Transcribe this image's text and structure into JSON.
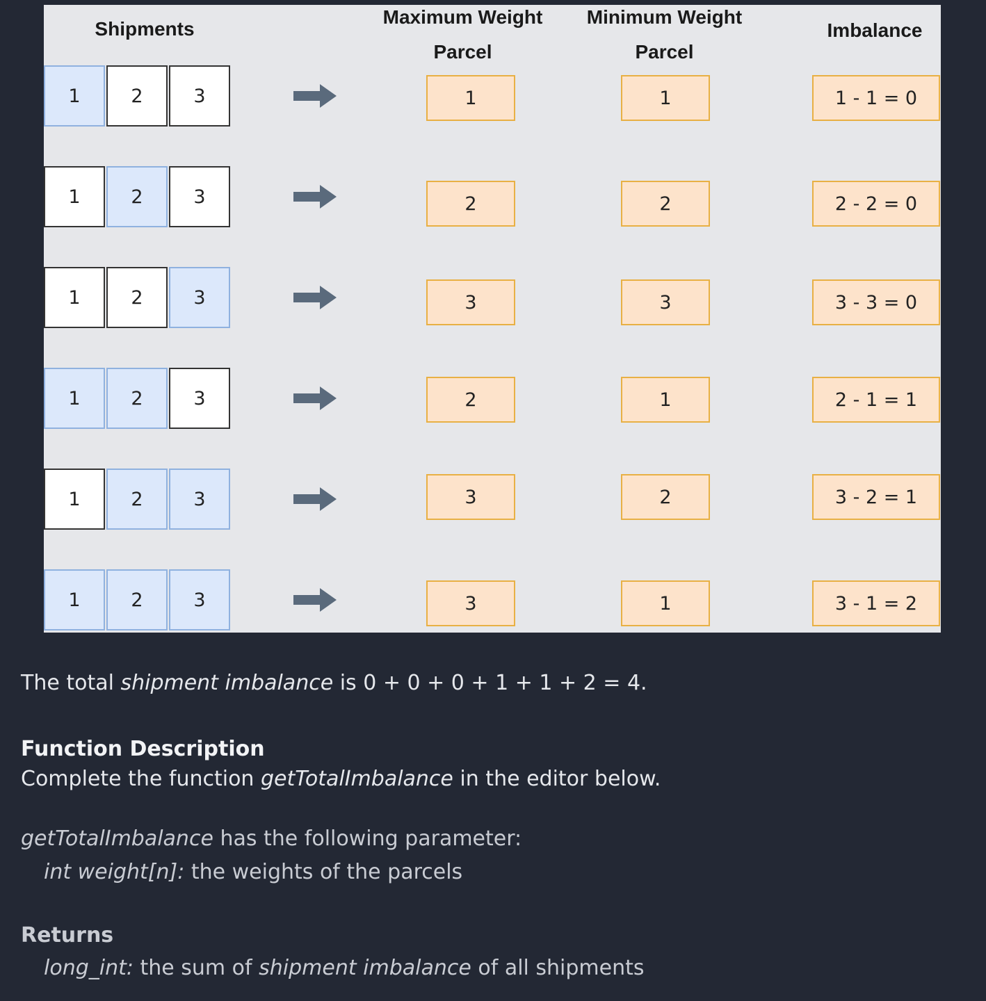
{
  "diagram": {
    "headers": {
      "shipments": "Shipments",
      "max_line1": "Maximum Weight",
      "max_line2": "Parcel",
      "min_line1": "Minimum Weight",
      "min_line2": "Parcel",
      "imbalance": "Imbalance"
    },
    "parcels": [
      "1",
      "2",
      "3"
    ],
    "rows": [
      {
        "selected": [
          true,
          false,
          false
        ],
        "max": "1",
        "min": "1",
        "imbalance": "1 - 1 = 0"
      },
      {
        "selected": [
          false,
          true,
          false
        ],
        "max": "2",
        "min": "2",
        "imbalance": "2 - 2 = 0"
      },
      {
        "selected": [
          false,
          false,
          true
        ],
        "max": "3",
        "min": "3",
        "imbalance": "3 - 3 = 0"
      },
      {
        "selected": [
          true,
          true,
          false
        ],
        "max": "2",
        "min": "1",
        "imbalance": "2 - 1 = 1"
      },
      {
        "selected": [
          false,
          true,
          true
        ],
        "max": "3",
        "min": "2",
        "imbalance": "3 - 2 = 1"
      },
      {
        "selected": [
          true,
          true,
          true
        ],
        "max": "3",
        "min": "1",
        "imbalance": "3 - 1 = 2"
      }
    ],
    "colors": {
      "selected_fill": "#dce8fb",
      "box_fill": "#fde3cb",
      "box_border": "#e8b044",
      "arrow": "#5a6a7c"
    }
  },
  "text": {
    "total_prefix": "The total ",
    "total_em": "shipment imbalance",
    "total_suffix": " is 0 + 0 + 0 + 1 + 1 + 2 = 4.",
    "func_heading": "Function Description",
    "func_prefix": "Complete the function ",
    "func_name": "getTotalImbalance",
    "func_suffix": " in the editor below.",
    "param_name": "getTotalImbalance",
    "param_suffix": " has the following parameter:",
    "param_em": "int weight[n]:",
    "param_desc": " the weights of the parcels",
    "returns_heading": "Returns",
    "returns_em": "long_int:",
    "returns_mid": " the sum of ",
    "returns_em2": "shipment imbalance",
    "returns_suffix": " of all shipments"
  }
}
